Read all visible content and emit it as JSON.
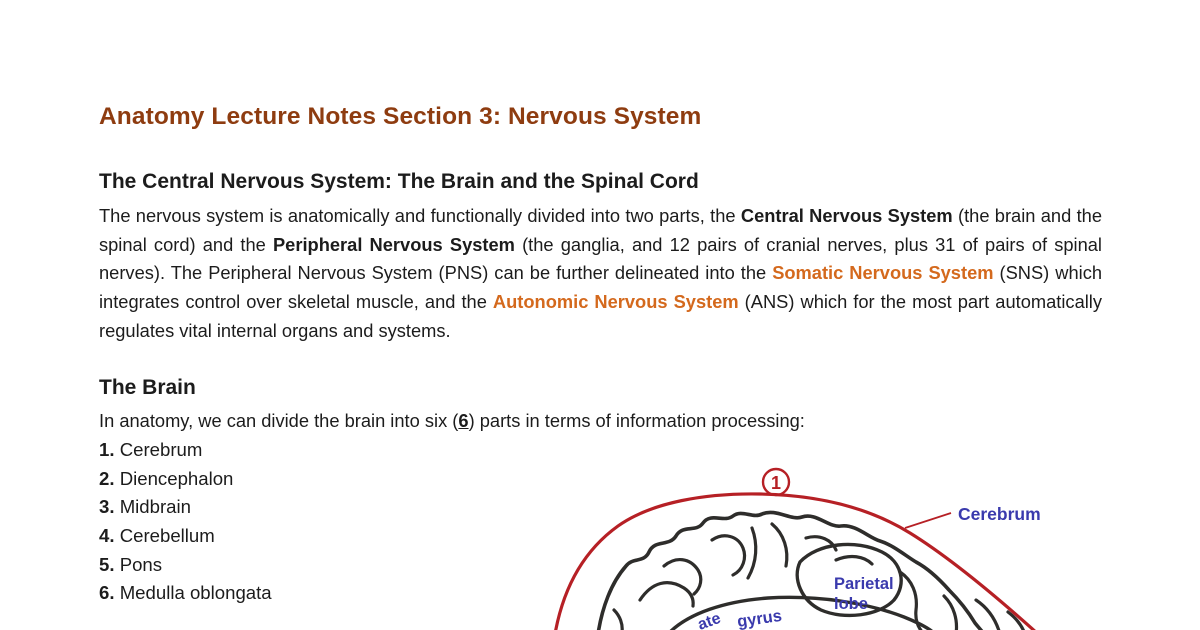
{
  "page": {
    "title": "Anatomy Lecture Notes Section 3: Nervous System"
  },
  "section_cns": {
    "heading": "The Central Nervous System: The Brain and the Spinal Cord",
    "paragraph": [
      {
        "t": "The nervous system is anatomically and functionally divided into two parts, the "
      },
      {
        "t": "Central Nervous System",
        "b": true
      },
      {
        "t": " (the brain and the spinal cord) and the "
      },
      {
        "t": "Peripheral Nervous System",
        "b": true
      },
      {
        "t": " (the ganglia, and 12 pairs of cranial nerves, plus 31 of pairs of spinal nerves). The Peripheral Nervous System (PNS) can be further delineated into the "
      },
      {
        "t": "Somatic Nervous System",
        "b": true,
        "c": "orange"
      },
      {
        "t": " (SNS) which integrates control over skeletal muscle, and the "
      },
      {
        "t": "Autonomic Nervous System",
        "b": true,
        "c": "orange"
      },
      {
        "t": " (ANS) which for the most part automatically regulates vital internal organs and systems."
      }
    ]
  },
  "section_brain": {
    "heading": "The Brain",
    "intro": [
      {
        "t": "In anatomy, we can divide the brain into six ("
      },
      {
        "t": "6",
        "b": true,
        "u": true
      },
      {
        "t": ") parts in terms of information processing:"
      }
    ],
    "items": [
      {
        "num": "1.",
        "label": "Cerebrum"
      },
      {
        "num": "2.",
        "label": "Diencephalon"
      },
      {
        "num": "3.",
        "label": "Midbrain"
      },
      {
        "num": "4.",
        "label": "Cerebellum"
      },
      {
        "num": "5.",
        "label": "Pons"
      },
      {
        "num": "6.",
        "label": "Medulla oblongata"
      }
    ]
  },
  "diagram": {
    "marker_number": "1",
    "label_cerebrum": "Cerebrum",
    "label_parietal_line1": "Parietal",
    "label_parietal_line2": "lobe",
    "label_gyrus_partial": "ate",
    "label_gyrus": "gyrus"
  },
  "colors": {
    "title": "#8e3c10",
    "accent_orange": "#d4691d",
    "body_text": "#1c1c1c",
    "diagram_red": "#b62025",
    "diagram_label_blue": "#3a3aad"
  }
}
